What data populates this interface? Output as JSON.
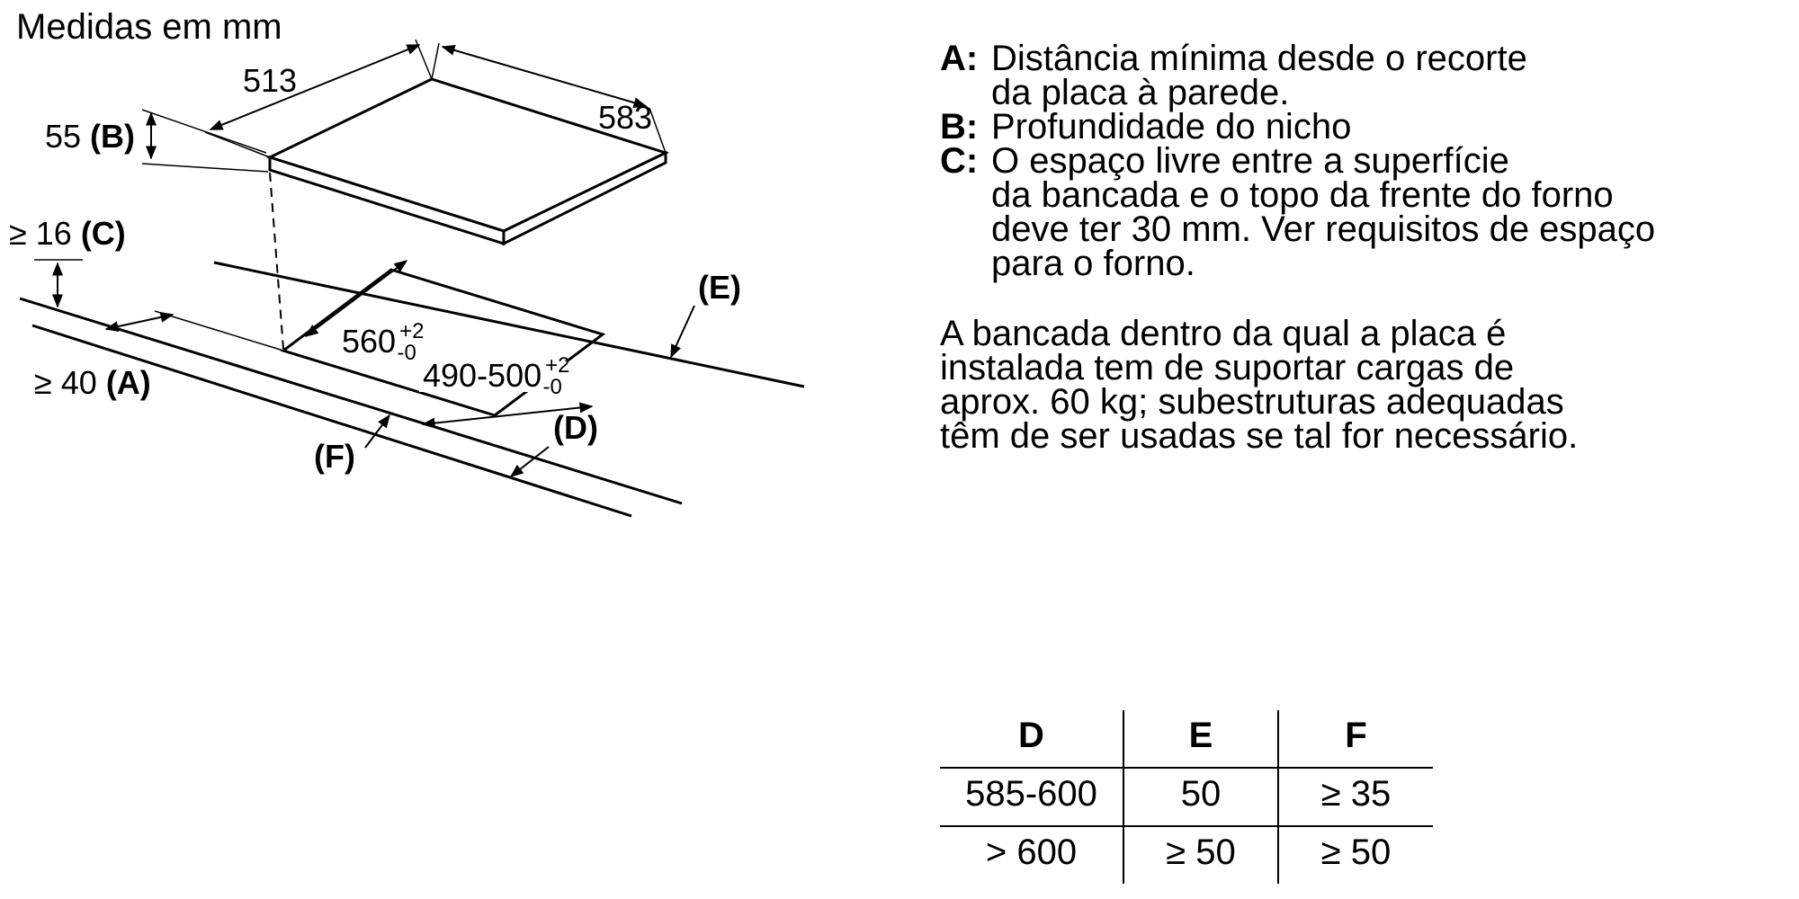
{
  "title": "Medidas em mm",
  "diagram": {
    "dim_top_left": "513",
    "dim_top_right": "583",
    "dim_b_value": "55 ",
    "dim_b_letter": "(B)",
    "dim_c_value": "≥ 16 ",
    "dim_c_letter": "(C)",
    "dim_a_value": "≥ 40 ",
    "dim_a_letter": "(A)",
    "label_e": "(E)",
    "label_d": "(D)",
    "label_f": "(F)",
    "cutout_width": "560",
    "cutout_width_tol_plus": "+2",
    "cutout_width_tol_minus": "-0",
    "cutout_depth": "490-500",
    "cutout_depth_tol_plus": "+2",
    "cutout_depth_tol_minus": "-0"
  },
  "legend": {
    "items": [
      {
        "label": "A:",
        "lines": [
          "Distância mínima desde o recorte",
          "da placa à parede."
        ]
      },
      {
        "label": "B:",
        "lines": [
          "Profundidade do nicho"
        ]
      },
      {
        "label": "C:",
        "lines": [
          "O espaço livre entre a superfície",
          "da bancada e o topo da frente do forno",
          "deve ter 30 mm. Ver requisitos de espaço",
          "para o forno."
        ]
      }
    ]
  },
  "paragraph": {
    "lines": [
      "A bancada dentro da qual a placa é",
      "instalada tem de suportar cargas de",
      "aprox. 60 kg; subestruturas adequadas",
      "têm de ser usadas se tal for necessário."
    ]
  },
  "table": {
    "columns": [
      "D",
      "E",
      "F"
    ],
    "rows": [
      [
        "585-600",
        "50",
        "≥ 35"
      ],
      [
        "> 600",
        "≥ 50",
        "≥ 50"
      ]
    ]
  }
}
